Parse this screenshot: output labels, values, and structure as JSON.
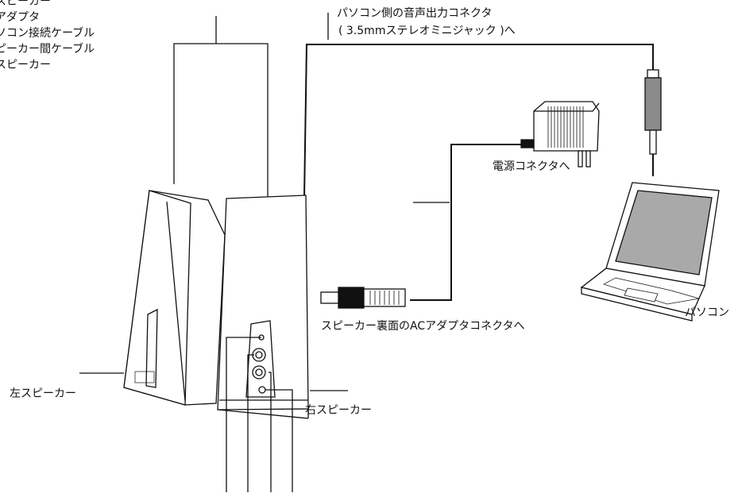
{
  "legend": {
    "items": [
      "スピーカー",
      "アダプタ",
      "ソコン接続ケーブル",
      "ピーカー間ケーブル",
      "スピーカー"
    ]
  },
  "labels": {
    "pc_audio_line1": "パソコン側の音声出力コネクタ",
    "pc_audio_line2": "( 3.5mmステレオミニジャック )へ",
    "power_connector": "電源コネクタへ",
    "ac_adapter_connector": "スピーカー裏面のACアダプタコネクタへ",
    "pc": "パソコン",
    "left_speaker": "左スピーカー",
    "right_speaker": "右スピーカー"
  },
  "colors": {
    "line": "#111111",
    "plug_grey": "#8a8a8a",
    "screen_grey": "#a9a9a9"
  }
}
